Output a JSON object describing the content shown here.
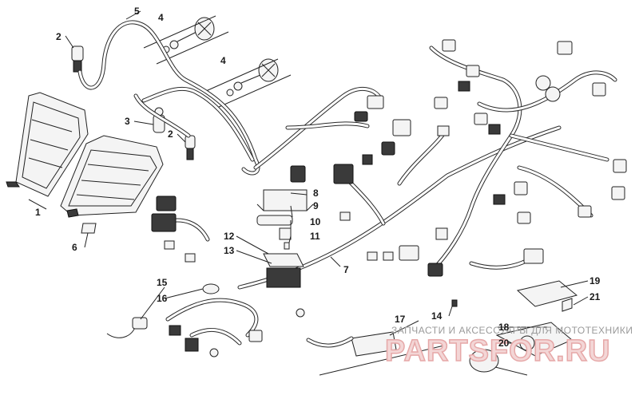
{
  "callouts": [
    {
      "id": "1",
      "label": "1"
    },
    {
      "id": "2a",
      "label": "2"
    },
    {
      "id": "2b",
      "label": "2"
    },
    {
      "id": "3",
      "label": "3"
    },
    {
      "id": "4a",
      "label": "4"
    },
    {
      "id": "4b",
      "label": "4"
    },
    {
      "id": "5",
      "label": "5"
    },
    {
      "id": "6",
      "label": "6"
    },
    {
      "id": "7",
      "label": "7"
    },
    {
      "id": "8",
      "label": "8"
    },
    {
      "id": "9",
      "label": "9"
    },
    {
      "id": "10",
      "label": "10"
    },
    {
      "id": "11",
      "label": "11"
    },
    {
      "id": "12",
      "label": "12"
    },
    {
      "id": "13",
      "label": "13"
    },
    {
      "id": "14",
      "label": "14"
    },
    {
      "id": "15",
      "label": "15"
    },
    {
      "id": "16",
      "label": "16"
    },
    {
      "id": "17",
      "label": "17"
    },
    {
      "id": "18",
      "label": "18"
    },
    {
      "id": "19",
      "label": "19"
    },
    {
      "id": "20",
      "label": "20"
    },
    {
      "id": "21",
      "label": "21"
    }
  ],
  "watermark": {
    "tagline": "ЗАПЧАСТИ И АКСЕССУАРЫ ДЛЯ МОТОТЕХНИКИ",
    "brand": "PARTSFOR.RU"
  }
}
